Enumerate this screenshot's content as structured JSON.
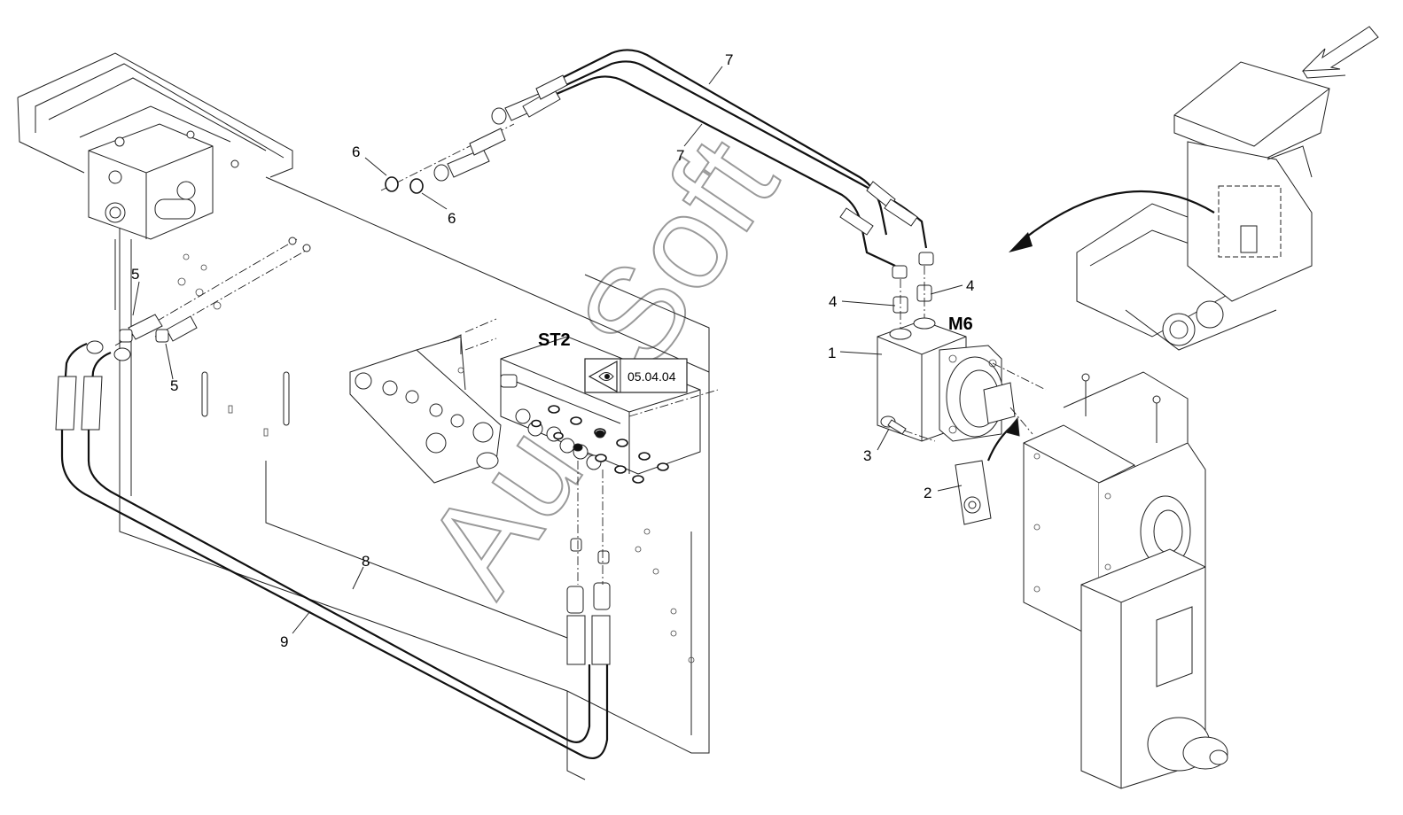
{
  "callouts": {
    "c1": "1",
    "c2": "2",
    "c3": "3",
    "c4a": "4",
    "c4b": "4",
    "c5a": "5",
    "c5b": "5",
    "c6a": "6",
    "c6b": "6",
    "c7a": "7",
    "c7b": "7",
    "c8": "8",
    "c9": "9"
  },
  "labels": {
    "m6": "M6",
    "st2": "ST2",
    "reference": "05.04.04"
  },
  "watermark": "AutoSoft",
  "icons": {
    "view_direction": "arrow-view-icon",
    "rotate": "curved-arrow-icon",
    "reference_eye": "eye-triangle-icon"
  }
}
